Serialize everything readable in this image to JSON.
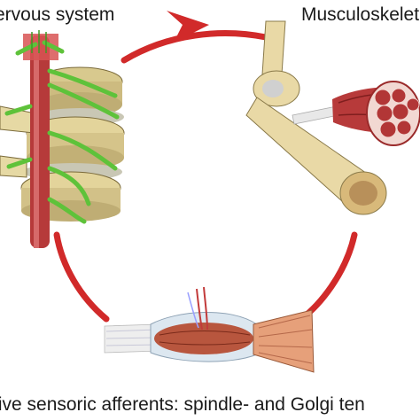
{
  "labels": {
    "nervous_system": "ervous system",
    "musculoskeletal": "Musculoskelet",
    "proprioceptive": "tive sensoric afferents: spindle- and Golgi ten"
  },
  "colors": {
    "cycle_arrow": "#d12a2a",
    "bone": "#e9d9a6",
    "muscle": "#b73a3a",
    "nerve": "#5ec23a",
    "disc": "#c9c7b5"
  },
  "icons": {
    "spine": "spinal-column-illustration",
    "bone_joint": "bone-and-muscle-illustration",
    "muscle_spindle": "muscle-spindle-illustration",
    "arrow_head": "chevron-arrow-head"
  }
}
